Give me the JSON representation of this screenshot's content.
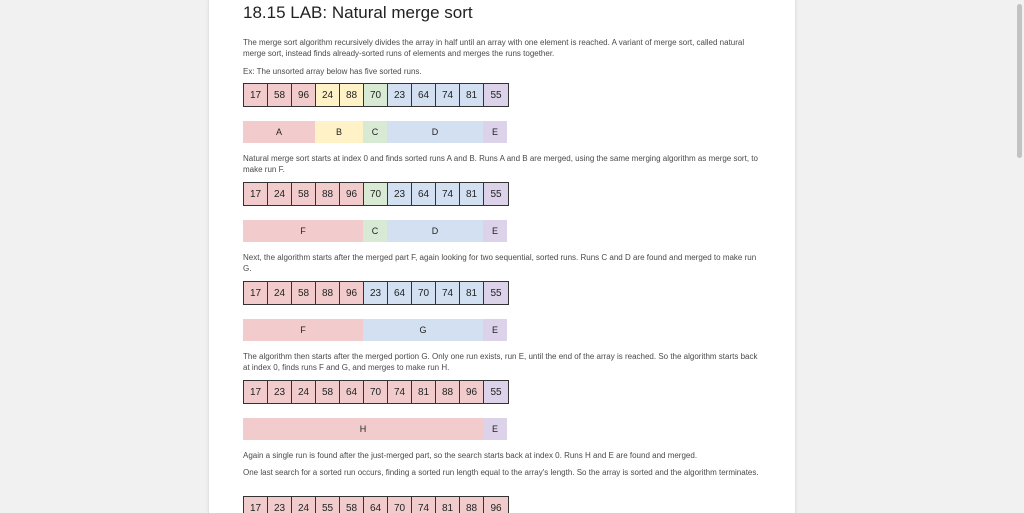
{
  "colors": {
    "red": "#f2cccc",
    "yellow": "#fff2c6",
    "green": "#d9ead4",
    "blue": "#d2e0f2",
    "purple": "#dcd3ea"
  },
  "title": "18.15 LAB: Natural merge sort",
  "paragraphs": {
    "intro": "The merge sort algorithm recursively divides the array in half until an array with one element is reached. A variant of merge sort, called natural merge sort, instead finds already-sorted runs of elements and merges the runs together.",
    "example": "Ex: The unsorted array below has five sorted runs.",
    "p1": "Natural merge sort starts at index 0 and finds sorted runs A and B. Runs A and B are merged, using the same merging algorithm as merge sort, to make run F.",
    "p2": "Next, the algorithm starts after the merged part F, again looking for two sequential, sorted runs. Runs C and D are found and merged to make run G.",
    "p3": "The algorithm then starts after the merged portion G. Only one run exists, run E, until the end of the array is reached. So the algorithm starts back at index 0, finds runs F and G, and merges to make run H.",
    "p4": "Again a single run is found after the just-merged part, so the search starts back at index 0. Runs H and E are found and merged.",
    "p5": "One last search for a sorted run occurs, finding a sorted run length equal to the array's length. So the array is sorted and the algorithm terminates."
  },
  "arrays": [
    [
      "17",
      "58",
      "96",
      "24",
      "88",
      "70",
      "23",
      "64",
      "74",
      "81",
      "55"
    ],
    [
      "17",
      "24",
      "58",
      "88",
      "96",
      "70",
      "23",
      "64",
      "74",
      "81",
      "55"
    ],
    [
      "17",
      "24",
      "58",
      "88",
      "96",
      "23",
      "64",
      "70",
      "74",
      "81",
      "55"
    ],
    [
      "17",
      "23",
      "24",
      "58",
      "64",
      "70",
      "74",
      "81",
      "88",
      "96",
      "55"
    ],
    [
      "17",
      "23",
      "24",
      "55",
      "58",
      "64",
      "70",
      "74",
      "81",
      "88",
      "96"
    ]
  ],
  "arrayColors": [
    [
      "red",
      "red",
      "red",
      "yellow",
      "yellow",
      "green",
      "blue",
      "blue",
      "blue",
      "blue",
      "purple"
    ],
    [
      "red",
      "red",
      "red",
      "red",
      "red",
      "green",
      "blue",
      "blue",
      "blue",
      "blue",
      "purple"
    ],
    [
      "red",
      "red",
      "red",
      "red",
      "red",
      "blue",
      "blue",
      "blue",
      "blue",
      "blue",
      "purple"
    ],
    [
      "red",
      "red",
      "red",
      "red",
      "red",
      "red",
      "red",
      "red",
      "red",
      "red",
      "purple"
    ],
    [
      "red",
      "red",
      "red",
      "red",
      "red",
      "red",
      "red",
      "red",
      "red",
      "red",
      "red"
    ]
  ],
  "runBars": [
    [
      {
        "label": "A",
        "cells": 3,
        "color": "red"
      },
      {
        "label": "B",
        "cells": 2,
        "color": "yellow"
      },
      {
        "label": "C",
        "cells": 1,
        "color": "green"
      },
      {
        "label": "D",
        "cells": 4,
        "color": "blue"
      },
      {
        "label": "E",
        "cells": 1,
        "color": "purple"
      }
    ],
    [
      {
        "label": "F",
        "cells": 5,
        "color": "red"
      },
      {
        "label": "C",
        "cells": 1,
        "color": "green"
      },
      {
        "label": "D",
        "cells": 4,
        "color": "blue"
      },
      {
        "label": "E",
        "cells": 1,
        "color": "purple"
      }
    ],
    [
      {
        "label": "F",
        "cells": 5,
        "color": "red"
      },
      {
        "label": "G",
        "cells": 5,
        "color": "blue"
      },
      {
        "label": "E",
        "cells": 1,
        "color": "purple"
      }
    ],
    [
      {
        "label": "H",
        "cells": 10,
        "color": "red"
      },
      {
        "label": "E",
        "cells": 1,
        "color": "purple"
      }
    ]
  ]
}
